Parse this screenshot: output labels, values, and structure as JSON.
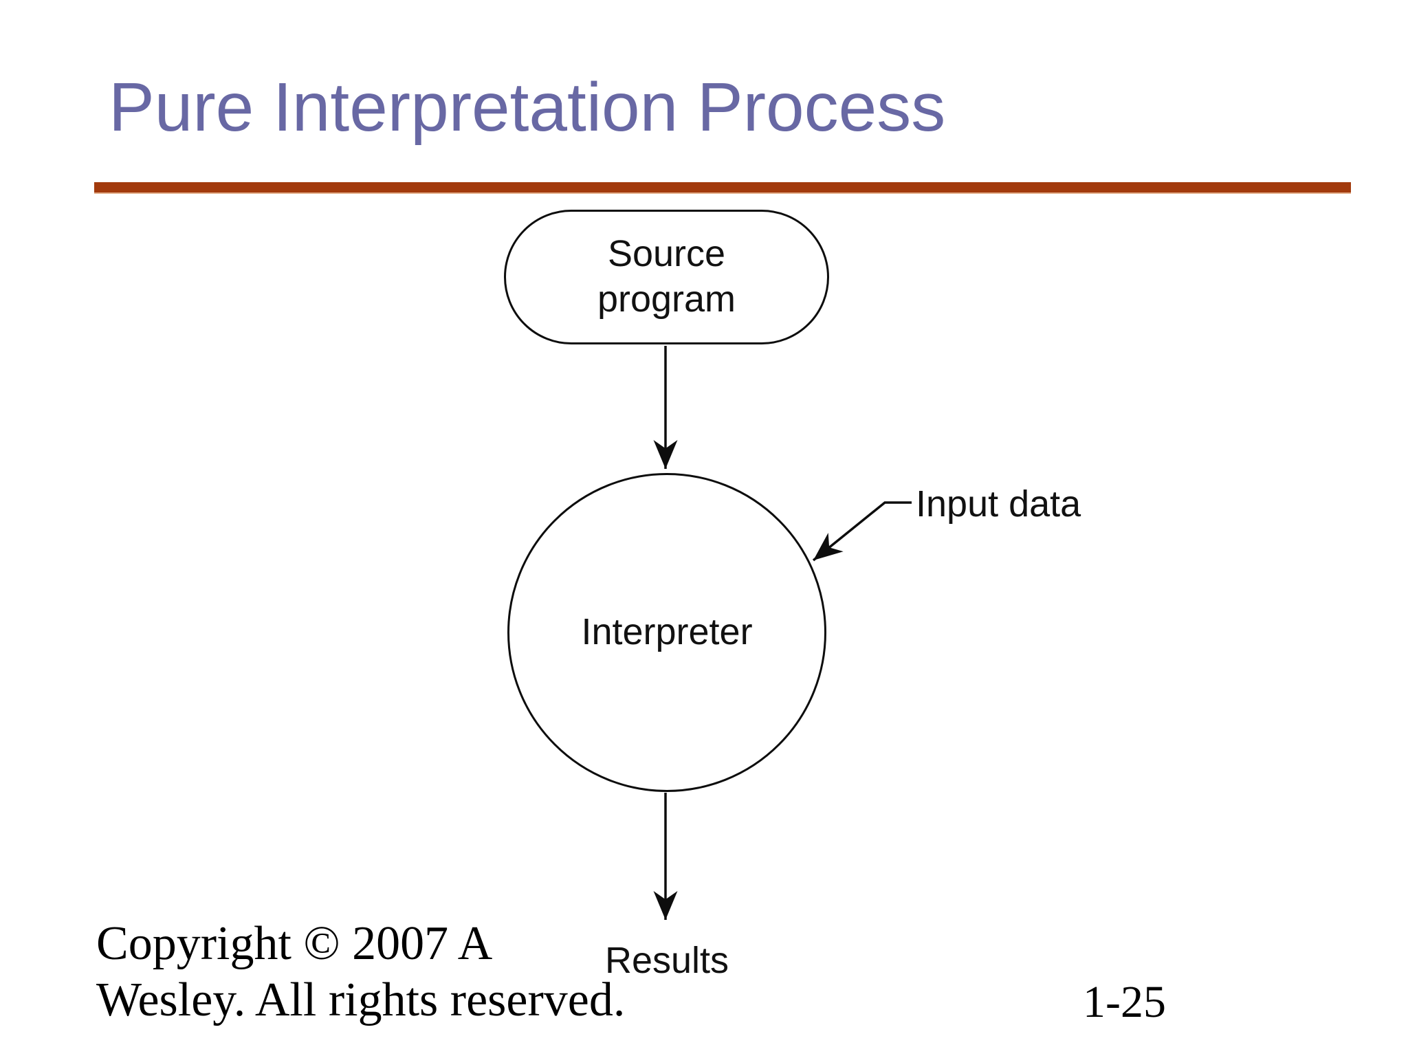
{
  "slide": {
    "title": "Pure Interpretation Process",
    "title_color": "#6868A4",
    "rule_color": "#A23A0D",
    "copyright_line1": "Copyright © 2007 A",
    "copyright_line2": "Wesley. All rights reserved.",
    "page_number": "1-25"
  },
  "diagram": {
    "type": "flow-diagram",
    "stroke_color": "#0d0d0d",
    "nodes": [
      {
        "id": "source-program",
        "shape": "stadium",
        "label_line1": "Source",
        "label_line2": "program"
      },
      {
        "id": "interpreter",
        "shape": "circle",
        "label": "Interpreter"
      }
    ],
    "annotations": {
      "input_data": "Input data",
      "results": "Results"
    },
    "edges": [
      {
        "from": "source-program",
        "to": "interpreter",
        "style": "arrow-down"
      },
      {
        "from": "input-data-label",
        "to": "interpreter",
        "style": "arrow-diagonal"
      },
      {
        "from": "interpreter",
        "to": "results",
        "style": "arrow-down"
      }
    ]
  }
}
